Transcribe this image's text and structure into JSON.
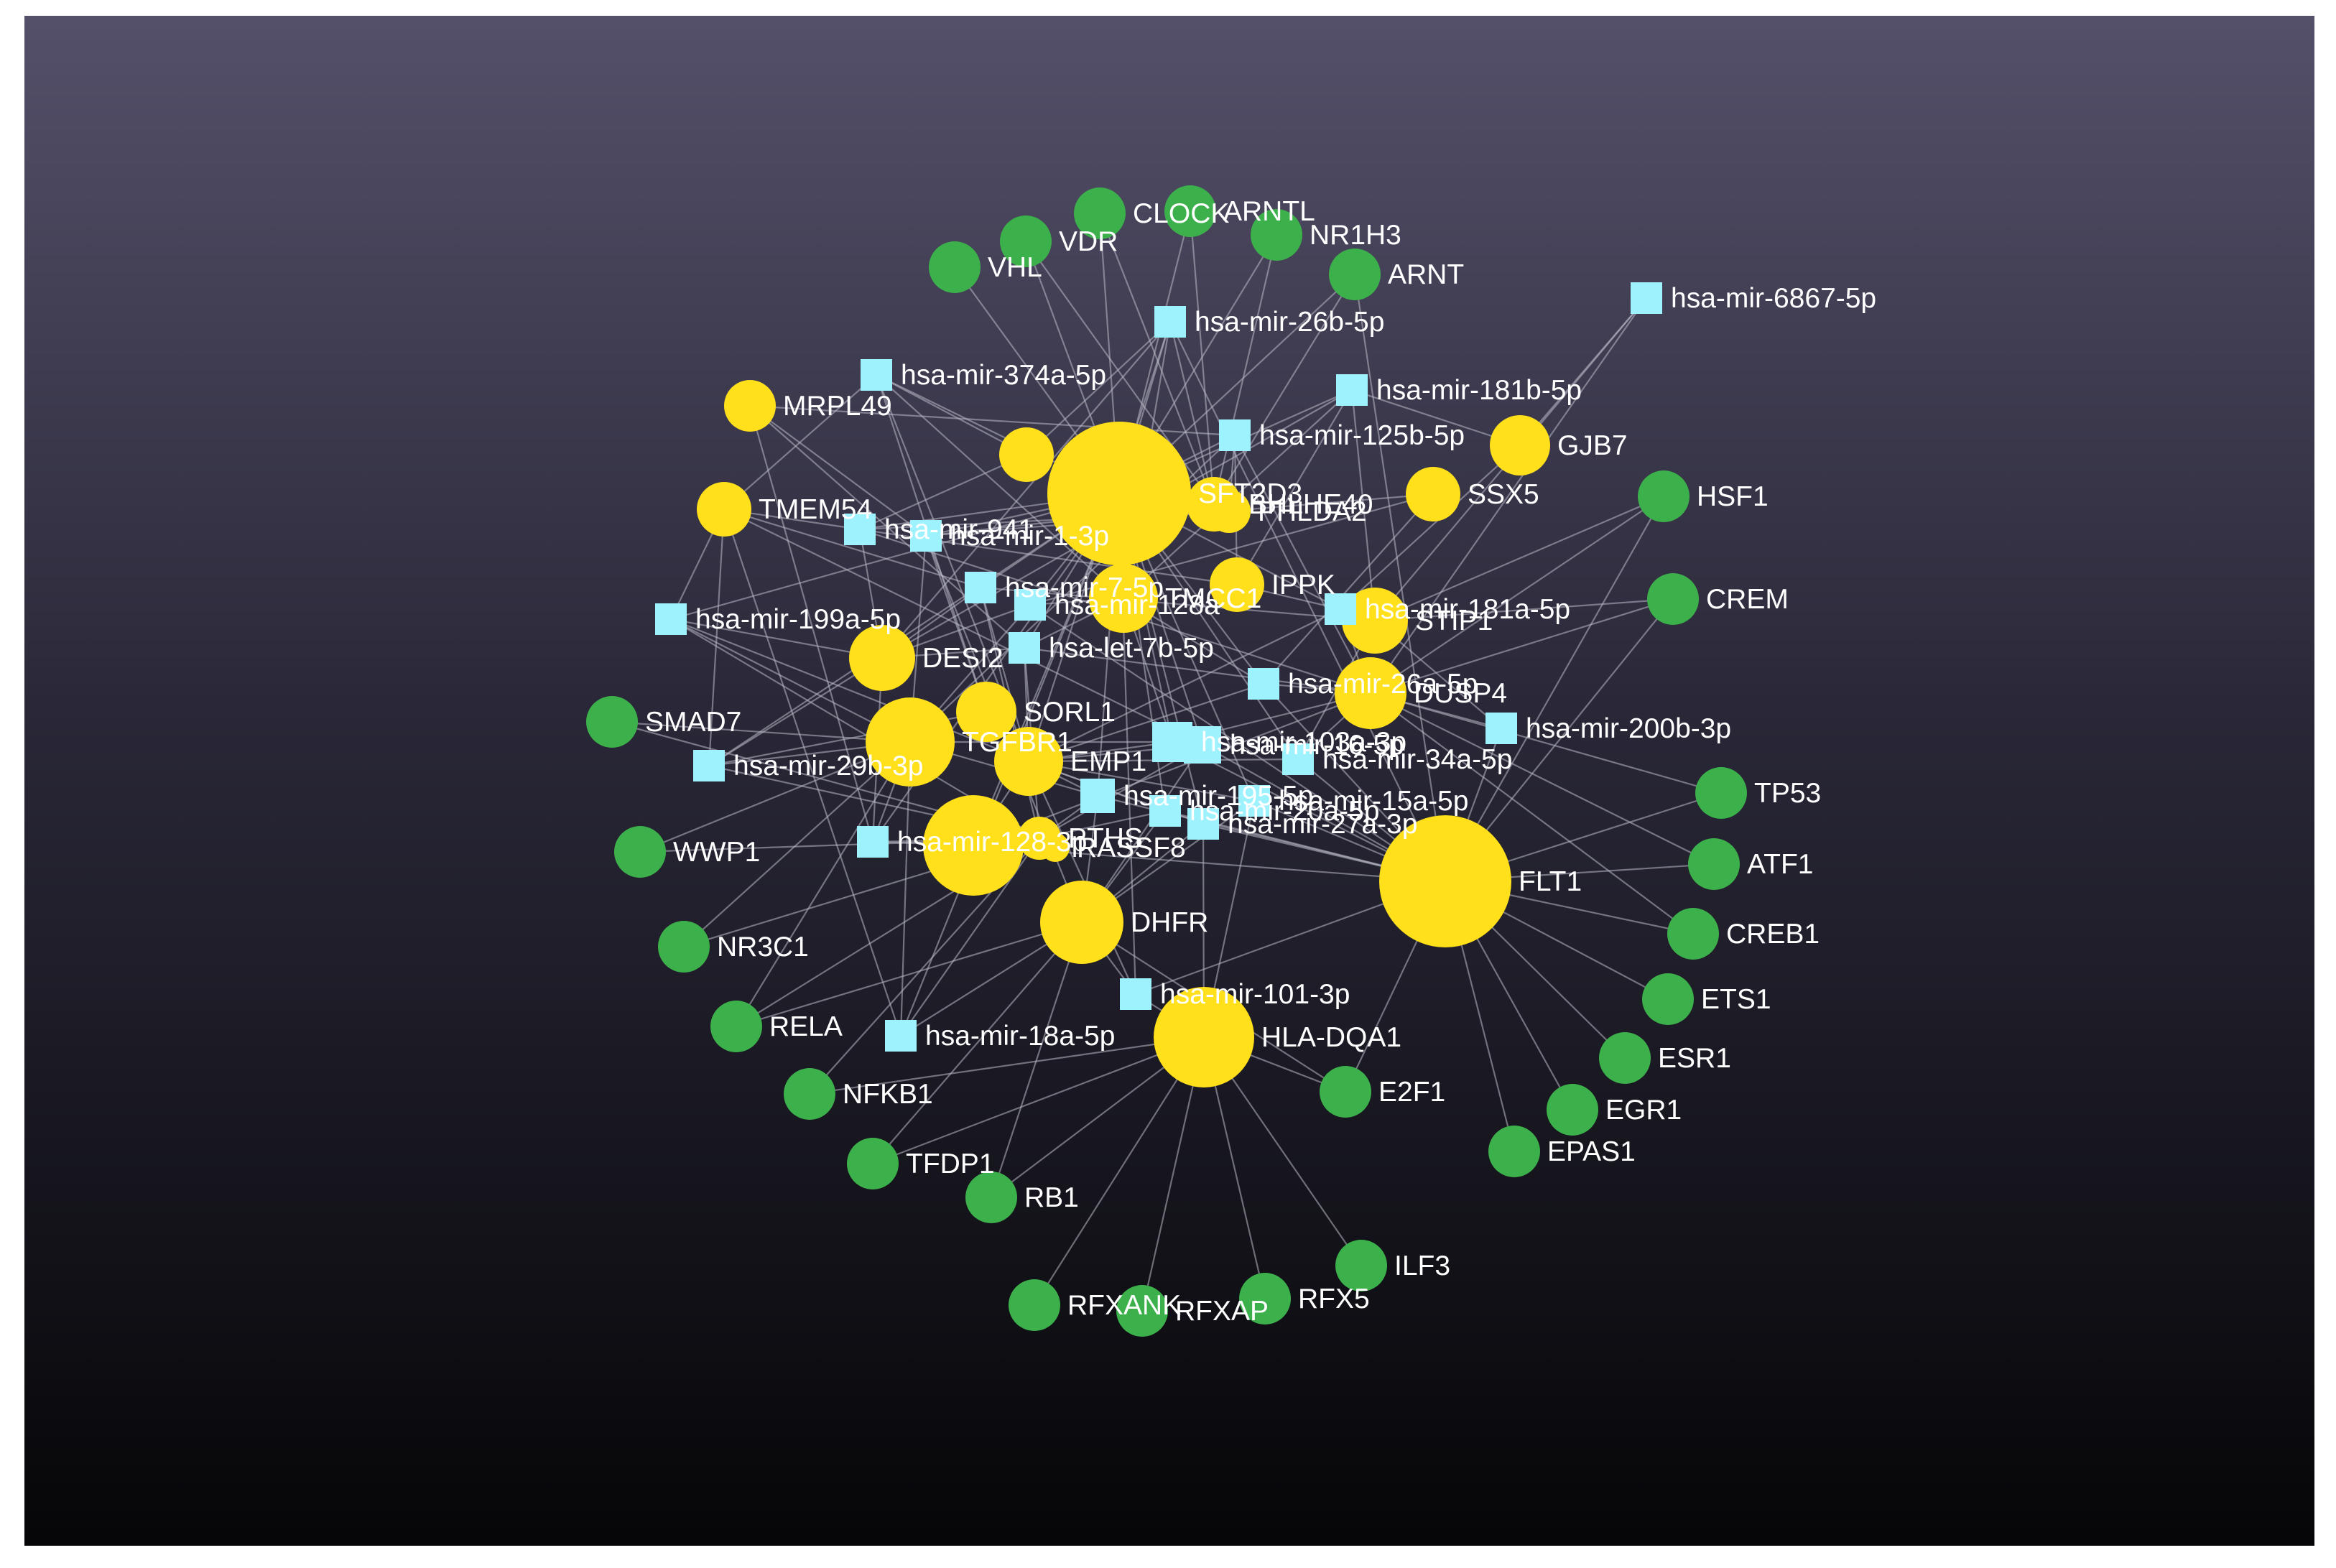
{
  "colors": {
    "tf": "#3cb04a",
    "gene": "#ffe01b",
    "mirna": "#9ef2fd",
    "edge": "#b9b9c6",
    "label": "#ffffff"
  },
  "diagram": {
    "nodes": [
      {
        "id": "CLOCK",
        "label": "CLOCK",
        "kind": "tf"
      },
      {
        "id": "ARNTL",
        "label": "ARNTL",
        "kind": "tf"
      },
      {
        "id": "VDR",
        "label": "VDR",
        "kind": "tf"
      },
      {
        "id": "NR1H3",
        "label": "NR1H3",
        "kind": "tf"
      },
      {
        "id": "VHL",
        "label": "VHL",
        "kind": "tf"
      },
      {
        "id": "ARNT",
        "label": "ARNT",
        "kind": "tf"
      },
      {
        "id": "HSF1",
        "label": "HSF1",
        "kind": "tf"
      },
      {
        "id": "CREM",
        "label": "CREM",
        "kind": "tf"
      },
      {
        "id": "SMAD7",
        "label": "SMAD7",
        "kind": "tf"
      },
      {
        "id": "TP53",
        "label": "TP53",
        "kind": "tf"
      },
      {
        "id": "WWP1",
        "label": "WWP1",
        "kind": "tf"
      },
      {
        "id": "ATF1",
        "label": "ATF1",
        "kind": "tf"
      },
      {
        "id": "CREB1",
        "label": "CREB1",
        "kind": "tf"
      },
      {
        "id": "NR3C1",
        "label": "NR3C1",
        "kind": "tf"
      },
      {
        "id": "ETS1",
        "label": "ETS1",
        "kind": "tf"
      },
      {
        "id": "RELA",
        "label": "RELA",
        "kind": "tf"
      },
      {
        "id": "ESR1",
        "label": "ESR1",
        "kind": "tf"
      },
      {
        "id": "NFKB1",
        "label": "NFKB1",
        "kind": "tf"
      },
      {
        "id": "EGR1",
        "label": "EGR1",
        "kind": "tf"
      },
      {
        "id": "E2F1",
        "label": "E2F1",
        "kind": "tf"
      },
      {
        "id": "EPAS1",
        "label": "EPAS1",
        "kind": "tf"
      },
      {
        "id": "TFDP1",
        "label": "TFDP1",
        "kind": "tf"
      },
      {
        "id": "RB1",
        "label": "RB1",
        "kind": "tf"
      },
      {
        "id": "ILF3",
        "label": "ILF3",
        "kind": "tf"
      },
      {
        "id": "RFXANK",
        "label": "RFXANK",
        "kind": "tf"
      },
      {
        "id": "RFXAP",
        "label": "RFXAP",
        "kind": "tf"
      },
      {
        "id": "RFX5",
        "label": "RFX5",
        "kind": "tf"
      },
      {
        "id": "SFT2D3",
        "label": "SFT2D3",
        "kind": "gene"
      },
      {
        "id": "SFT2D3b",
        "label": "",
        "kind": "gene"
      },
      {
        "id": "MRPL49",
        "label": "MRPL49",
        "kind": "gene"
      },
      {
        "id": "GJB7",
        "label": "GJB7",
        "kind": "gene"
      },
      {
        "id": "SSX5",
        "label": "SSX5",
        "kind": "gene"
      },
      {
        "id": "BHLHE40",
        "label": "BHLHE40",
        "kind": "gene"
      },
      {
        "id": "PHLDA2",
        "label": "PHLDA2",
        "kind": "gene"
      },
      {
        "id": "TMEM54",
        "label": "TMEM54",
        "kind": "gene"
      },
      {
        "id": "IPPK",
        "label": "IPPK",
        "kind": "gene"
      },
      {
        "id": "TMCC1",
        "label": "TMCC1",
        "kind": "gene"
      },
      {
        "id": "STIP1",
        "label": "STIP1",
        "kind": "gene"
      },
      {
        "id": "DESI2",
        "label": "DESI2",
        "kind": "gene"
      },
      {
        "id": "DUSP4",
        "label": "DUSP4",
        "kind": "gene"
      },
      {
        "id": "SORL1",
        "label": "SORL1",
        "kind": "gene"
      },
      {
        "id": "TGFBR1",
        "label": "TGFBR1",
        "kind": "gene"
      },
      {
        "id": "EMP1",
        "label": "EMP1",
        "kind": "gene"
      },
      {
        "id": "PTHS",
        "label": "PTHS",
        "kind": "gene"
      },
      {
        "id": "RASSF8",
        "label": "RASSF8",
        "kind": "gene"
      },
      {
        "id": "FLT1",
        "label": "FLT1",
        "kind": "gene"
      },
      {
        "id": "DHFR",
        "label": "DHFR",
        "kind": "gene"
      },
      {
        "id": "HLA-DQA1",
        "label": "HLA-DQA1",
        "kind": "gene"
      },
      {
        "id": "G_center",
        "label": "",
        "kind": "gene"
      },
      {
        "id": "mir26b",
        "label": "hsa-mir-26b-5p",
        "kind": "mirna"
      },
      {
        "id": "mir6867",
        "label": "hsa-mir-6867-5p",
        "kind": "mirna"
      },
      {
        "id": "mir374a",
        "label": "hsa-mir-374a-5p",
        "kind": "mirna"
      },
      {
        "id": "mir181b",
        "label": "hsa-mir-181b-5p",
        "kind": "mirna"
      },
      {
        "id": "mir125b",
        "label": "hsa-mir-125b-5p",
        "kind": "mirna"
      },
      {
        "id": "mir941",
        "label": "hsa-mir-941",
        "kind": "mirna"
      },
      {
        "id": "mir1",
        "label": "hsa-mir-1-3p",
        "kind": "mirna"
      },
      {
        "id": "mir7",
        "label": "hsa-mir-7-5p",
        "kind": "mirna"
      },
      {
        "id": "mir128a",
        "label": "hsa-mir-128a",
        "kind": "mirna"
      },
      {
        "id": "mir199a",
        "label": "hsa-mir-199a-5p",
        "kind": "mirna"
      },
      {
        "id": "mir181a",
        "label": "hsa-mir-181a-5p",
        "kind": "mirna"
      },
      {
        "id": "let7b",
        "label": "hsa-let-7b-5p",
        "kind": "mirna"
      },
      {
        "id": "mir26a",
        "label": "hsa-mir-26a-5p",
        "kind": "mirna"
      },
      {
        "id": "mir200b",
        "label": "hsa-mir-200b-3p",
        "kind": "mirna"
      },
      {
        "id": "mir103a",
        "label": "hsa-mir-103a-3p",
        "kind": "mirna"
      },
      {
        "id": "mir16",
        "label": "hsa-mir-16-5p",
        "kind": "mirna"
      },
      {
        "id": "mir34a",
        "label": "hsa-mir-34a-5p",
        "kind": "mirna"
      },
      {
        "id": "mir29b",
        "label": "hsa-mir-29b-3p",
        "kind": "mirna"
      },
      {
        "id": "mir195",
        "label": "hsa-mir-195-5p",
        "kind": "mirna"
      },
      {
        "id": "mir15a",
        "label": "hsa-mir-15a-5p",
        "kind": "mirna"
      },
      {
        "id": "mir20a",
        "label": "hsa-mir-20a-5p",
        "kind": "mirna"
      },
      {
        "id": "mir27a",
        "label": "hsa-mir-27a-3p",
        "kind": "mirna"
      },
      {
        "id": "mir128",
        "label": "hsa-mir-128-3p",
        "kind": "mirna"
      },
      {
        "id": "mir101",
        "label": "hsa-mir-101-3p",
        "kind": "mirna"
      },
      {
        "id": "mir18a",
        "label": "hsa-mir-18a-5p",
        "kind": "mirna"
      }
    ],
    "edges": [
      [
        "FLT1",
        "TP53"
      ],
      [
        "FLT1",
        "ATF1"
      ],
      [
        "FLT1",
        "CREB1"
      ],
      [
        "FLT1",
        "ETS1"
      ],
      [
        "FLT1",
        "ESR1"
      ],
      [
        "FLT1",
        "EGR1"
      ],
      [
        "FLT1",
        "EPAS1"
      ],
      [
        "FLT1",
        "E2F1"
      ],
      [
        "FLT1",
        "HSF1"
      ],
      [
        "FLT1",
        "CREM"
      ],
      [
        "FLT1",
        "ARNT"
      ],
      [
        "HLA-DQA1",
        "RFXANK"
      ],
      [
        "HLA-DQA1",
        "RFXAP"
      ],
      [
        "HLA-DQA1",
        "RFX5"
      ],
      [
        "HLA-DQA1",
        "ILF3"
      ],
      [
        "HLA-DQA1",
        "RB1"
      ],
      [
        "HLA-DQA1",
        "TFDP1"
      ],
      [
        "HLA-DQA1",
        "NFKB1"
      ],
      [
        "HLA-DQA1",
        "E2F1"
      ],
      [
        "DHFR",
        "RB1"
      ],
      [
        "DHFR",
        "TFDP1"
      ],
      [
        "DHFR",
        "E2F1"
      ],
      [
        "DHFR",
        "RELA"
      ],
      [
        "PTHS",
        "NR3C1"
      ],
      [
        "PTHS",
        "WWP1"
      ],
      [
        "PTHS",
        "RELA"
      ],
      [
        "PTHS",
        "NFKB1"
      ],
      [
        "PTHS",
        "SMAD7"
      ],
      [
        "TGFBR1",
        "SMAD7"
      ],
      [
        "TGFBR1",
        "WWP1"
      ],
      [
        "TGFBR1",
        "NR3C1"
      ],
      [
        "TGFBR1",
        "RELA"
      ],
      [
        "SFT2D3",
        "CLOCK"
      ],
      [
        "SFT2D3",
        "ARNTL"
      ],
      [
        "SFT2D3",
        "VDR"
      ],
      [
        "SFT2D3",
        "NR1H3"
      ],
      [
        "SFT2D3",
        "VHL"
      ],
      [
        "SFT2D3",
        "ARNT"
      ],
      [
        "BHLHE40",
        "CLOCK"
      ],
      [
        "BHLHE40",
        "ARNTL"
      ],
      [
        "BHLHE40",
        "NR1H3"
      ],
      [
        "BHLHE40",
        "ARNT"
      ],
      [
        "BHLHE40",
        "VDR"
      ],
      [
        "STIP1",
        "HSF1"
      ],
      [
        "STIP1",
        "CREM"
      ],
      [
        "DUSP4",
        "CREM"
      ],
      [
        "DUSP4",
        "HSF1"
      ],
      [
        "DUSP4",
        "CREB1"
      ],
      [
        "DUSP4",
        "ATF1"
      ],
      [
        "DUSP4",
        "TP53"
      ],
      [
        "mir6867",
        "STIP1"
      ],
      [
        "mir6867",
        "GJB7"
      ],
      [
        "mir6867",
        "DUSP4"
      ],
      [
        "mir200b",
        "FLT1"
      ],
      [
        "mir200b",
        "DUSP4"
      ],
      [
        "mir200b",
        "STIP1"
      ],
      [
        "mir26b",
        "SFT2D3"
      ],
      [
        "mir26b",
        "BHLHE40"
      ],
      [
        "mir26b",
        "TMCC1"
      ],
      [
        "mir26b",
        "DESI2"
      ],
      [
        "mir26b",
        "EMP1"
      ],
      [
        "mir26b",
        "FLT1"
      ],
      [
        "mir374a",
        "SFT2D3"
      ],
      [
        "mir374a",
        "TMEM54"
      ],
      [
        "mir374a",
        "SORL1"
      ],
      [
        "mir374a",
        "EMP1"
      ],
      [
        "mir374a",
        "TMCC1"
      ],
      [
        "mir181b",
        "SFT2D3"
      ],
      [
        "mir181b",
        "STIP1"
      ],
      [
        "mir181b",
        "IPPK"
      ],
      [
        "mir181b",
        "TMCC1"
      ],
      [
        "mir181b",
        "GJB7"
      ],
      [
        "mir181b",
        "DESI2"
      ],
      [
        "mir125b",
        "SFT2D3"
      ],
      [
        "mir125b",
        "PHLDA2"
      ],
      [
        "mir125b",
        "DUSP4"
      ],
      [
        "mir125b",
        "TGFBR1"
      ],
      [
        "mir125b",
        "IPPK"
      ],
      [
        "mir125b",
        "MRPL49"
      ],
      [
        "mir941",
        "TMEM54"
      ],
      [
        "mir941",
        "SFT2D3"
      ],
      [
        "mir941",
        "DESI2"
      ],
      [
        "mir941",
        "PHLDA2"
      ],
      [
        "mir941",
        "IPPK"
      ],
      [
        "mir941",
        "DUSP4"
      ],
      [
        "mir1",
        "SFT2D3"
      ],
      [
        "mir1",
        "TGFBR1"
      ],
      [
        "mir1",
        "SORL1"
      ],
      [
        "mir1",
        "BHLHE40"
      ],
      [
        "mir1",
        "SSX5"
      ],
      [
        "mir1",
        "DHFR"
      ],
      [
        "mir1",
        "MRPL49"
      ],
      [
        "mir7",
        "SFT2D3"
      ],
      [
        "mir7",
        "DESI2"
      ],
      [
        "mir7",
        "EMP1"
      ],
      [
        "mir7",
        "STIP1"
      ],
      [
        "mir7",
        "PTHS"
      ],
      [
        "mir7",
        "TMEM54"
      ],
      [
        "mir128a",
        "TMCC1"
      ],
      [
        "mir128a",
        "SFT2D3"
      ],
      [
        "mir128a",
        "DESI2"
      ],
      [
        "mir128a",
        "FLT1"
      ],
      [
        "mir128a",
        "TGFBR1"
      ],
      [
        "mir128a",
        "SSX5"
      ],
      [
        "mir199a",
        "DESI2"
      ],
      [
        "mir199a",
        "TGFBR1"
      ],
      [
        "mir199a",
        "TMEM54"
      ],
      [
        "mir199a",
        "SFT2D3"
      ],
      [
        "mir199a",
        "PTHS"
      ],
      [
        "mir199a",
        "EMP1"
      ],
      [
        "mir181a",
        "STIP1"
      ],
      [
        "mir181a",
        "IPPK"
      ],
      [
        "mir181a",
        "SFT2D3"
      ],
      [
        "mir181a",
        "DUSP4"
      ],
      [
        "mir181a",
        "GJB7"
      ],
      [
        "mir181a",
        "EMP1"
      ],
      [
        "let7b",
        "SFT2D3"
      ],
      [
        "let7b",
        "DESI2"
      ],
      [
        "let7b",
        "TMCC1"
      ],
      [
        "let7b",
        "DUSP4"
      ],
      [
        "let7b",
        "EMP1"
      ],
      [
        "let7b",
        "PTHS"
      ],
      [
        "let7b",
        "MRPL49"
      ],
      [
        "mir26a",
        "SFT2D3"
      ],
      [
        "mir26a",
        "DUSP4"
      ],
      [
        "mir26a",
        "EMP1"
      ],
      [
        "mir26a",
        "TMCC1"
      ],
      [
        "mir26a",
        "FLT1"
      ],
      [
        "mir26a",
        "SSX5"
      ],
      [
        "mir103a",
        "SFT2D3"
      ],
      [
        "mir103a",
        "TGFBR1"
      ],
      [
        "mir103a",
        "EMP1"
      ],
      [
        "mir103a",
        "DUSP4"
      ],
      [
        "mir103a",
        "FLT1"
      ],
      [
        "mir103a",
        "TMCC1"
      ],
      [
        "mir16",
        "SFT2D3"
      ],
      [
        "mir16",
        "EMP1"
      ],
      [
        "mir16",
        "FLT1"
      ],
      [
        "mir16",
        "DHFR"
      ],
      [
        "mir16",
        "PTHS"
      ],
      [
        "mir16",
        "TMEM54"
      ],
      [
        "mir34a",
        "DUSP4"
      ],
      [
        "mir34a",
        "FLT1"
      ],
      [
        "mir34a",
        "EMP1"
      ],
      [
        "mir34a",
        "SFT2D3"
      ],
      [
        "mir34a",
        "STIP1"
      ],
      [
        "mir29b",
        "TGFBR1"
      ],
      [
        "mir29b",
        "PTHS"
      ],
      [
        "mir29b",
        "SORL1"
      ],
      [
        "mir29b",
        "TMEM54"
      ],
      [
        "mir29b",
        "DESI2"
      ],
      [
        "mir29b",
        "SFT2D3"
      ],
      [
        "mir195",
        "EMP1"
      ],
      [
        "mir195",
        "PTHS"
      ],
      [
        "mir195",
        "FLT1"
      ],
      [
        "mir195",
        "SFT2D3"
      ],
      [
        "mir195",
        "DHFR"
      ],
      [
        "mir195",
        "TGFBR1"
      ],
      [
        "mir15a",
        "FLT1"
      ],
      [
        "mir15a",
        "DHFR"
      ],
      [
        "mir15a",
        "EMP1"
      ],
      [
        "mir15a",
        "SFT2D3"
      ],
      [
        "mir15a",
        "HLA-DQA1"
      ],
      [
        "mir20a",
        "EMP1"
      ],
      [
        "mir20a",
        "DHFR"
      ],
      [
        "mir20a",
        "FLT1"
      ],
      [
        "mir20a",
        "SFT2D3"
      ],
      [
        "mir20a",
        "PTHS"
      ],
      [
        "mir27a",
        "FLT1"
      ],
      [
        "mir27a",
        "DHFR"
      ],
      [
        "mir27a",
        "EMP1"
      ],
      [
        "mir27a",
        "SFT2D3"
      ],
      [
        "mir27a",
        "HLA-DQA1"
      ],
      [
        "mir128",
        "PTHS"
      ],
      [
        "mir128",
        "TGFBR1"
      ],
      [
        "mir128",
        "SFT2D3"
      ],
      [
        "mir128",
        "DESI2"
      ],
      [
        "mir128",
        "RASSF8"
      ],
      [
        "mir128",
        "MRPL49"
      ],
      [
        "mir101",
        "HLA-DQA1"
      ],
      [
        "mir101",
        "DHFR"
      ],
      [
        "mir101",
        "FLT1"
      ],
      [
        "mir101",
        "SFT2D3"
      ],
      [
        "mir101",
        "EMP1"
      ],
      [
        "mir18a",
        "DHFR"
      ],
      [
        "mir18a",
        "PTHS"
      ],
      [
        "mir18a",
        "TGFBR1"
      ],
      [
        "mir18a",
        "SFT2D3"
      ],
      [
        "mir18a",
        "TMEM54"
      ],
      [
        "G_center",
        "SFT2D3"
      ],
      [
        "G_center",
        "EMP1"
      ],
      [
        "G_center",
        "FLT1"
      ],
      [
        "G_center",
        "DUSP4"
      ],
      [
        "SFT2D3b",
        "mir26b"
      ],
      [
        "SFT2D3b",
        "mir374a"
      ],
      [
        "SFT2D3b",
        "mir941"
      ]
    ]
  }
}
